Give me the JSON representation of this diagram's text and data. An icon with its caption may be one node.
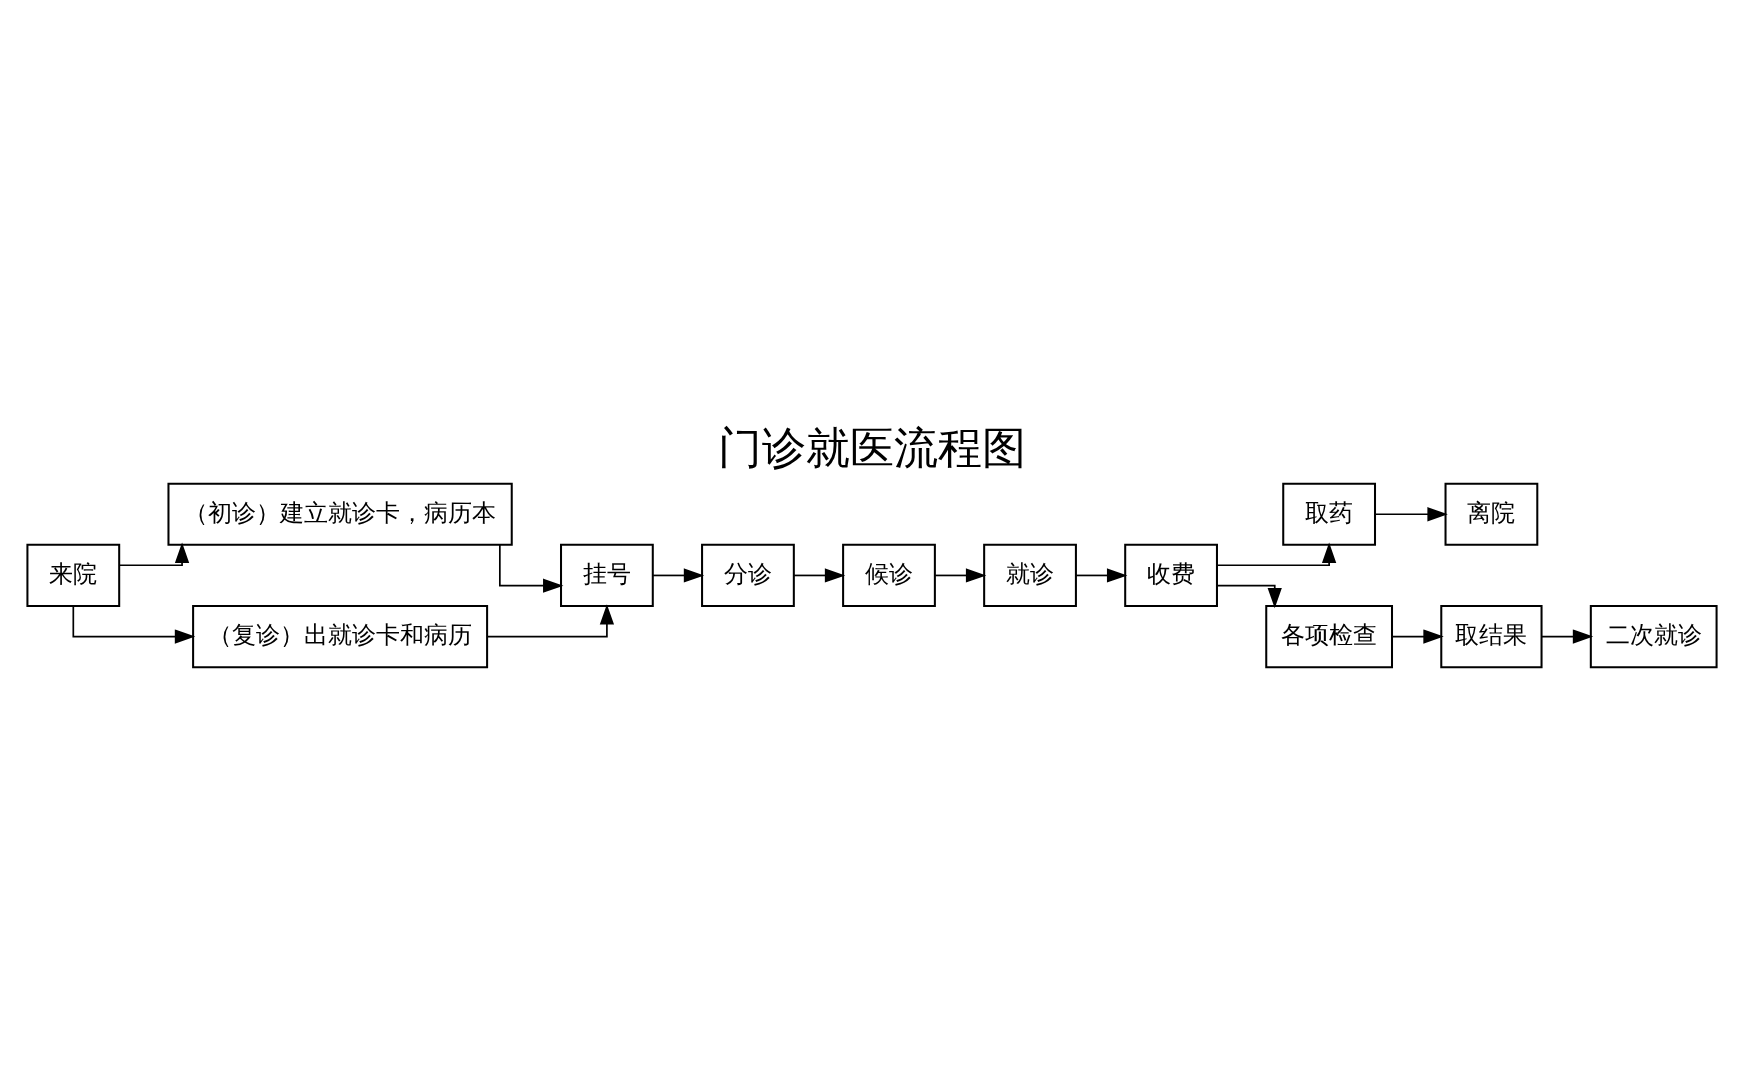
{
  "diagram": {
    "title": "门诊就医流程图",
    "nodes": [
      {
        "text": [
          "来院"
        ]
      },
      {
        "text": [
          "（初诊）建立就诊卡，病历本"
        ]
      },
      {
        "text": [
          "（复诊）出就诊卡和病历"
        ]
      },
      {
        "text": [
          "挂号"
        ]
      },
      {
        "text": [
          "分诊"
        ]
      },
      {
        "text": [
          "候诊"
        ]
      },
      {
        "text": [
          "就诊"
        ]
      },
      {
        "text": [
          "收费"
        ]
      },
      {
        "text": [
          "取药"
        ]
      },
      {
        "text": [
          "离院"
        ]
      },
      {
        "text": [
          "各项检查"
        ]
      },
      {
        "text": [
          "取结果"
        ]
      },
      {
        "text": [
          "二次就诊"
        ]
      }
    ],
    "edges": [
      {
        "from": 0,
        "to": 1,
        "arrow": "to"
      },
      {
        "from": 0,
        "to": 2,
        "arrow": "to"
      },
      {
        "from": 1,
        "to": 3,
        "arrow": "to"
      },
      {
        "from": 2,
        "to": 3,
        "arrow": "to"
      },
      {
        "from": 3,
        "to": 4,
        "arrow": "to"
      },
      {
        "from": 4,
        "to": 5,
        "arrow": "to"
      },
      {
        "from": 5,
        "to": 6,
        "arrow": "to"
      },
      {
        "from": 6,
        "to": 7,
        "arrow": "to"
      },
      {
        "from": 7,
        "to": 8,
        "arrow": "to"
      },
      {
        "from": 7,
        "to": 10,
        "arrow": "to"
      },
      {
        "from": 8,
        "to": 9,
        "arrow": "to"
      },
      {
        "from": 10,
        "to": 11,
        "arrow": "to"
      },
      {
        "from": 11,
        "to": 12,
        "arrow": "to"
      }
    ]
  }
}
